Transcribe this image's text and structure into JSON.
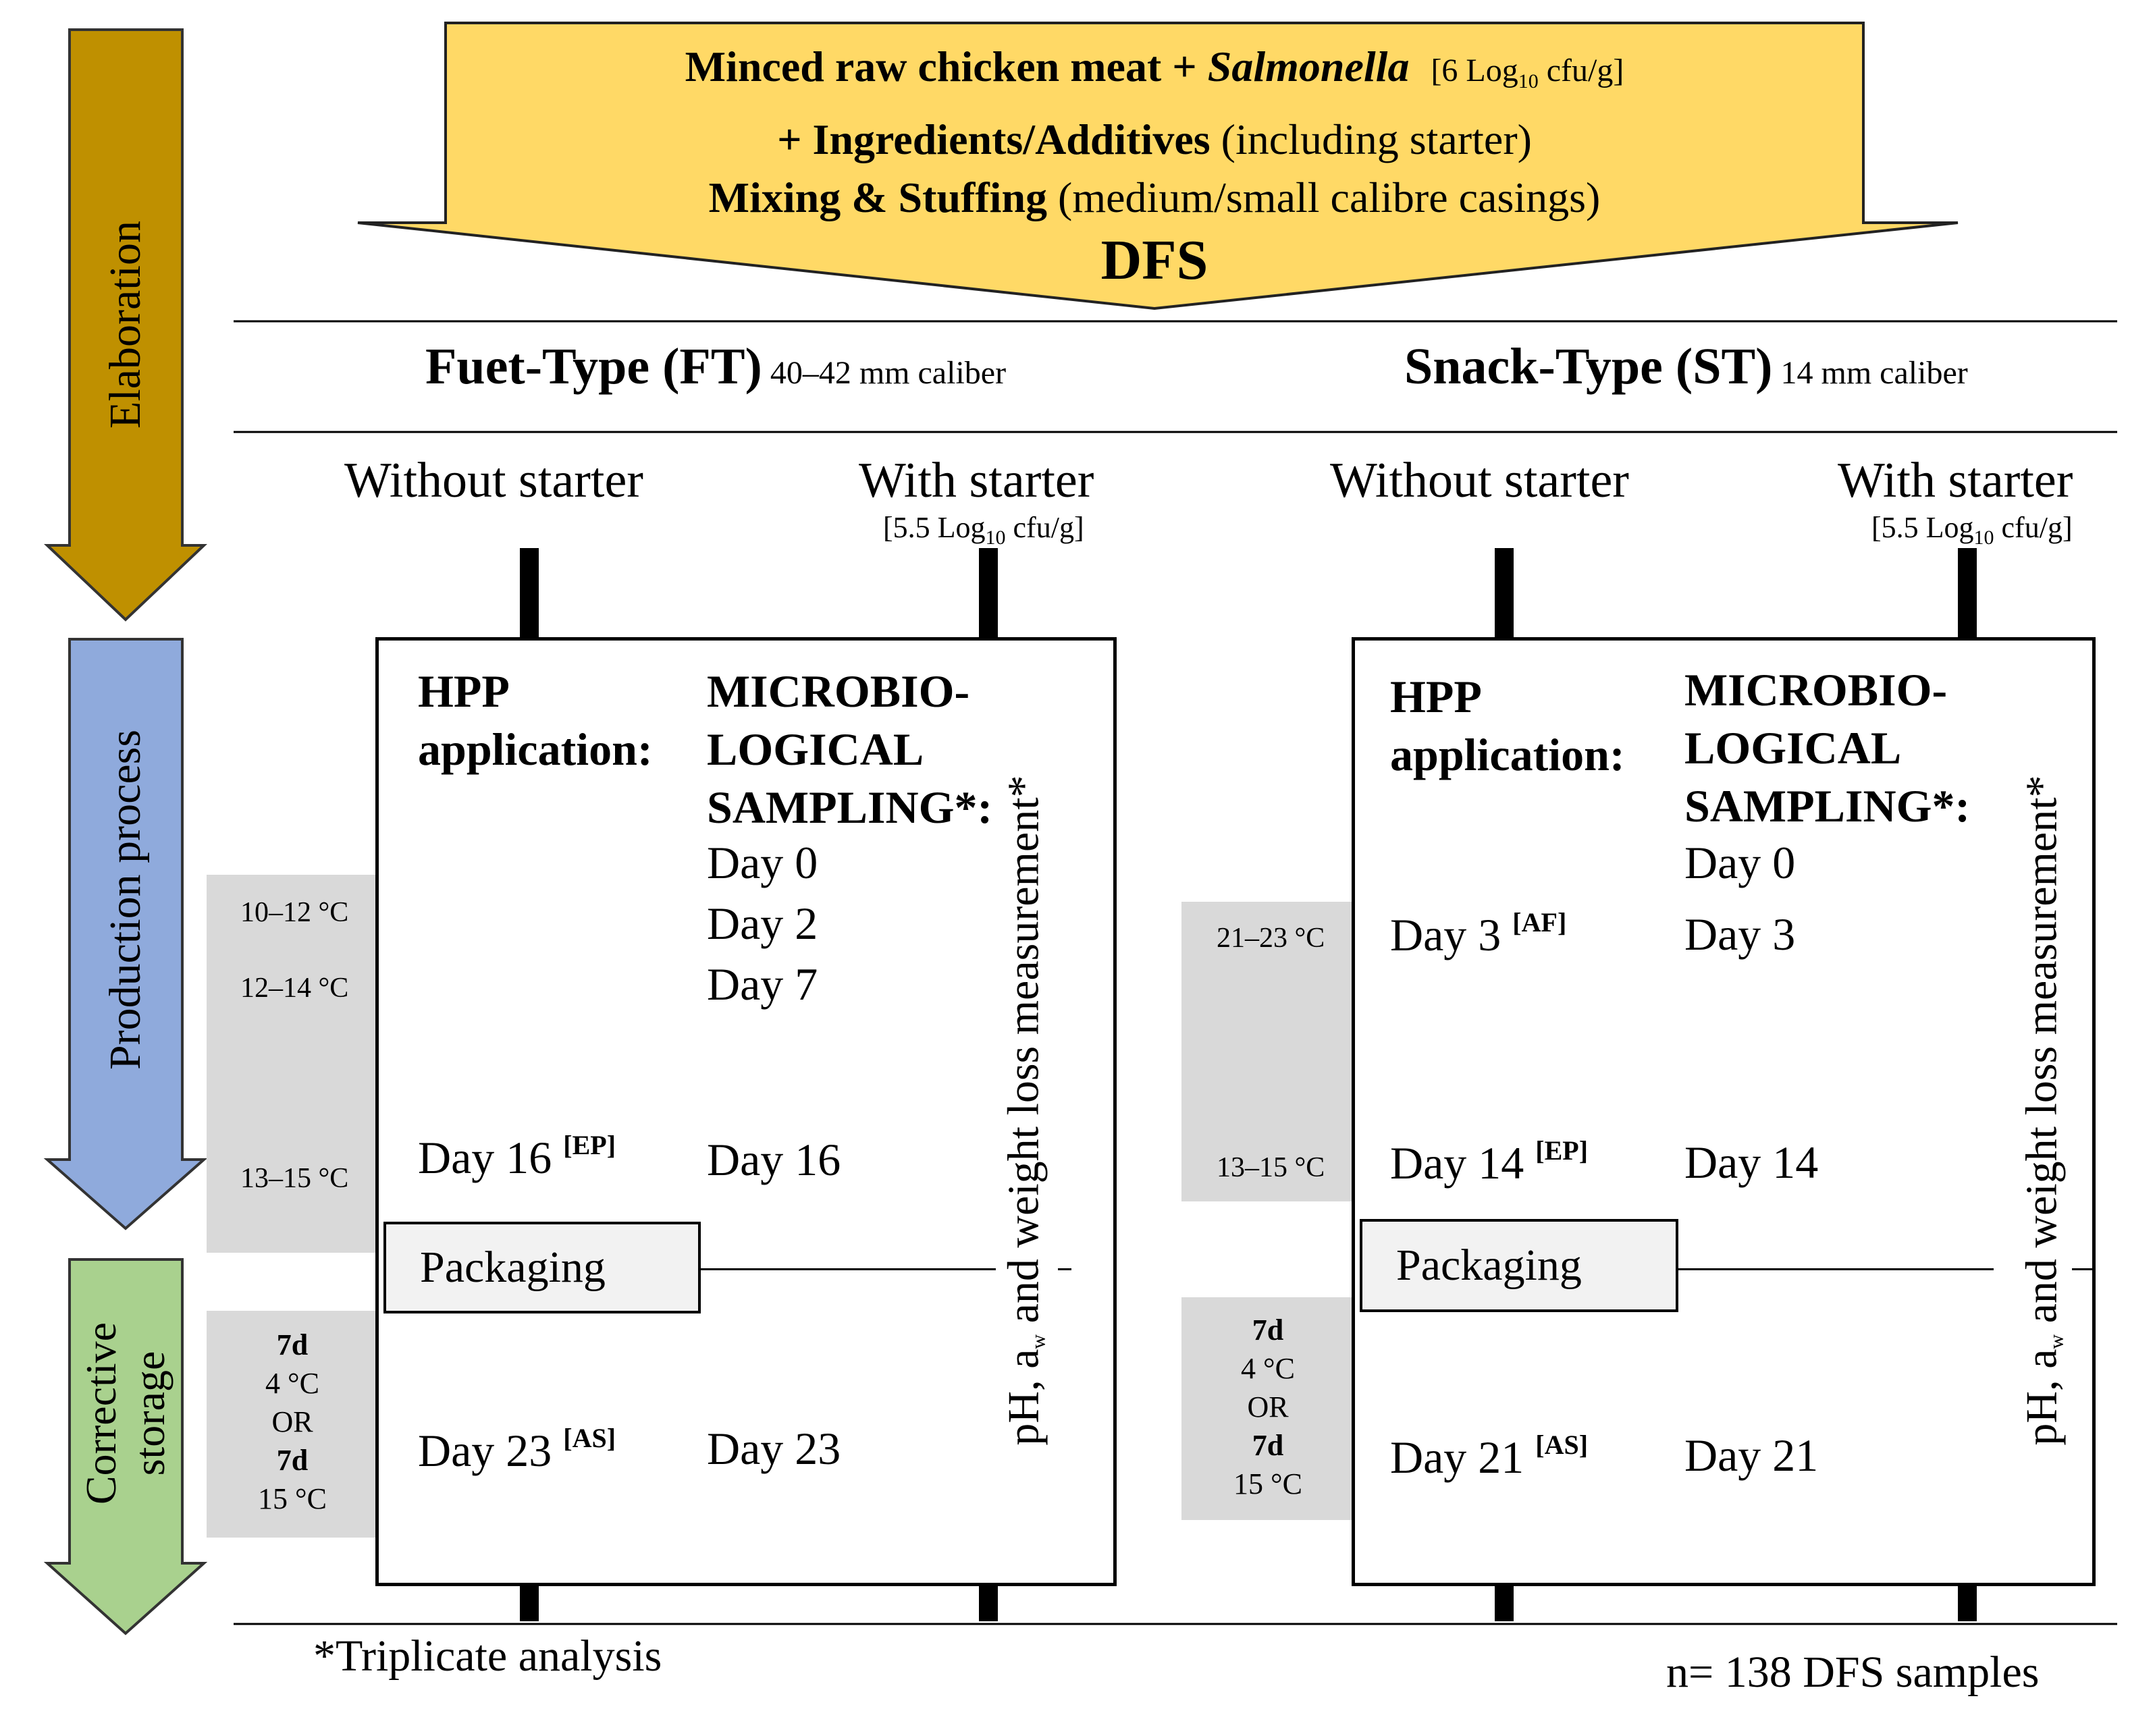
{
  "colors": {
    "top_arrow": "#ffd966",
    "elaboration": "#bf9000",
    "production": "#8faadc",
    "storage": "#a9d18e",
    "shade": "#d9d9d9",
    "packaging_fill": "#f2f2f2"
  },
  "stages": {
    "elaboration": "Elaboration",
    "production": "Production process",
    "storage_line1": "Corrective",
    "storage_line2": "storage"
  },
  "top": {
    "line1_bold": "Minced raw chicken meat + ",
    "line1_italic": "Salmonella",
    "line1_conc_pre": "[6 Log",
    "line1_conc_sub": "10",
    "line1_conc_post": " cfu/g]",
    "line2_bold": "+ Ingredients/Additives",
    "line2_rest": " (including starter)",
    "line3_bold": "Mixing & Stuffing",
    "line3_rest": " (medium/small calibre casings)",
    "title": "DFS"
  },
  "types": {
    "ft_name": "Fuet-Type (FT)",
    "ft_caliber": " 40–42 mm caliber",
    "st_name": "Snack-Type (ST)",
    "st_caliber": " 14 mm caliber"
  },
  "columns": {
    "without": "Without starter",
    "with": "With starter",
    "starter_pre": "[5.5 Log",
    "starter_sub": "10",
    "starter_post": " cfu/g]"
  },
  "panel": {
    "hpp_line1": "HPP",
    "hpp_line2": "application:",
    "micro_line1": "MICROBIO-",
    "micro_line2": "LOGICAL",
    "micro_line3": "SAMPLING*:",
    "packaging": "Packaging",
    "vertical_pre": "pH, a",
    "vertical_sub": "w",
    "vertical_post": " and weight loss measurement*"
  },
  "ft": {
    "hpp": [
      {
        "day": "Day 16",
        "tag": "[EP]"
      },
      {
        "day": "Day 23",
        "tag": "[AS]"
      }
    ],
    "micro": [
      "Day 0",
      "Day 2",
      "Day 7",
      "Day 16",
      "Day 23"
    ],
    "temps": [
      "10–12 °C",
      "12–14 °C",
      "13–15 °C"
    ],
    "storage": [
      "7d",
      "4 °C",
      "OR",
      "7d",
      "15 °C"
    ]
  },
  "st": {
    "hpp": [
      {
        "day": "Day 3",
        "tag": "[AF]"
      },
      {
        "day": "Day 14",
        "tag": "[EP]"
      },
      {
        "day": "Day 21",
        "tag": "[AS]"
      }
    ],
    "micro": [
      "Day 0",
      "Day 3",
      "Day 14",
      "Day 21"
    ],
    "temps": [
      "21–23 °C",
      "13–15 °C"
    ],
    "storage": [
      "7d",
      "4 °C",
      "OR",
      "7d",
      "15 °C"
    ]
  },
  "footer": {
    "triplicate": "*Triplicate analysis",
    "samples": "n= 138 DFS samples"
  }
}
